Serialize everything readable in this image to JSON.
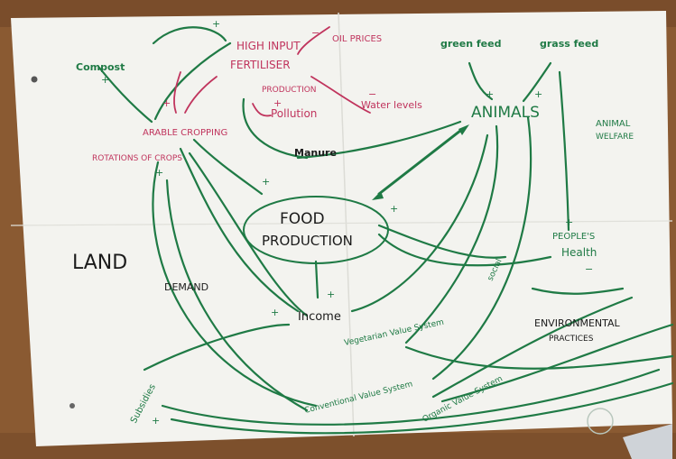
{
  "labels": {
    "compost": "Compost",
    "high_input_fertiliser": "HIGH INPUT",
    "fertiliser": "FERTILISER",
    "production": "PRODUCTION",
    "oil_prices": "OIL PRICES",
    "pollution": "Pollution",
    "water_levels": "Water levels",
    "arable_cropping": "ARABLE CROPPING",
    "rotations_of_crops": "ROTATIONS OF CROPS",
    "manure": "Manure",
    "green_feed": "green feed",
    "grass_feed": "grass feed",
    "animals": "ANIMALS",
    "animal_welfare_1": "ANIMAL",
    "animal_welfare_2": "WELFARE",
    "food_1": "FOOD",
    "food_2": "PRODUCTION",
    "land": "LAND",
    "demand": "DEMAND",
    "income": "Income",
    "peoples_health_1": "PEOPLE'S",
    "peoples_health_2": "Health",
    "environmental_1": "ENVIRONMENTAL",
    "environmental_2": "PRACTICES",
    "vegetarian": "Vegetarian Value System",
    "conventional": "Conventional Value System",
    "organic": "Organic Value System",
    "subsidies": "Subsidies",
    "social": "social"
  },
  "colors": {
    "paper": "#f3f3ef",
    "green_marker": "#1f7a45",
    "pink_marker": "#c0345d",
    "black_marker": "#1b1b1b",
    "wood": "#8a5a32"
  }
}
